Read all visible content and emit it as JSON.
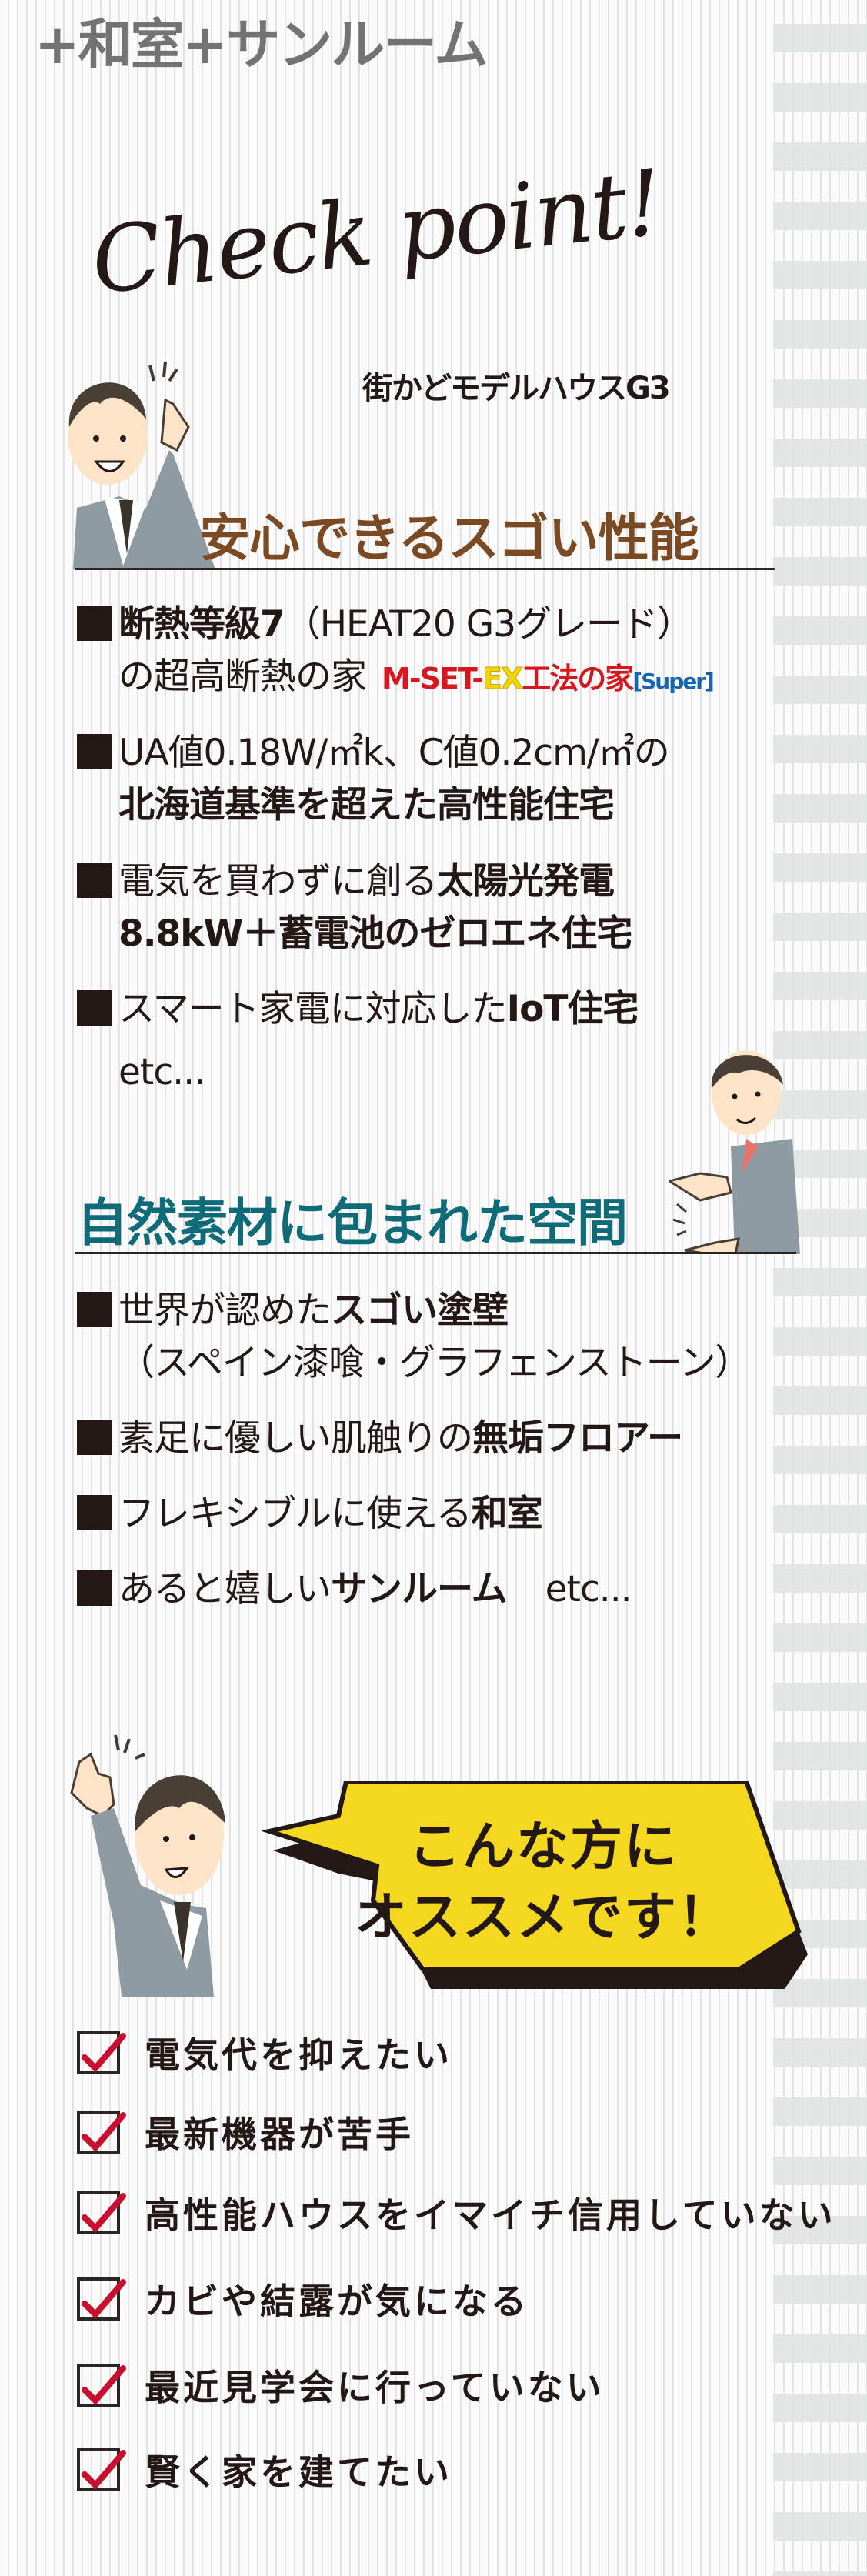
{
  "header": {
    "title": "+和室+サンルーム"
  },
  "checkpoint": {
    "script_text": "Check point!",
    "subtitle": "街かどモデルハウスG3"
  },
  "section1": {
    "heading": "安心できるスゴい性能",
    "items": [
      {
        "line1_bold": "断熱等級7",
        "line1_rest": "（HEAT20 G3グレード）",
        "line2": "の超高断熱の家",
        "brand": {
          "part1": "M-SET-",
          "part2": "EX",
          "part3": "工法の家",
          "part4": "[Super]"
        }
      },
      {
        "line1": "UA値0.18W/㎡k、C値0.2cm/㎡の",
        "line2_bold": "北海道基準を超えた高性能住宅"
      },
      {
        "line1": "電気を買わずに創る",
        "line1_bold": "太陽光発電",
        "line2_bold": "8.8kW＋蓄電池のゼロエネ住宅"
      },
      {
        "line1": "スマート家電に対応した",
        "line1_bold": "IoT住宅",
        "line2": "etc..."
      }
    ]
  },
  "section2": {
    "heading": "自然素材に包まれた空間",
    "items": [
      {
        "text": "世界が認めた",
        "bold": "スゴい塗壁",
        "line2": "（スペイン漆喰・グラフェンストーン）"
      },
      {
        "text": "素足に優しい肌触りの",
        "bold": "無垢フロアー"
      },
      {
        "text": "フレキシブルに使える",
        "bold": "和室"
      },
      {
        "text": "あると嬉しい",
        "bold": "サンルーム",
        "suffix": "etc..."
      }
    ]
  },
  "recommend": {
    "bubble_line1": "こんな方に",
    "bubble_line2": "オススメです！",
    "checklist": [
      "電気代を抑えたい",
      "最新機器が苦手",
      "高性能ハウスをイマイチ信用していない",
      "カビや結露が気になる",
      "最近見学会に行っていない",
      "賢く家を建てたい"
    ]
  },
  "colors": {
    "brown_heading": "#7b4a22",
    "teal_heading": "#0f6b78",
    "bubble_yellow": "#f4d81f",
    "check_red": "#c8102e",
    "title_gray": "#737373"
  },
  "icons": [
    "pointing-man-illustration",
    "presenting-man-illustration",
    "ok-sign-man-illustration",
    "checkbox-checked-icon",
    "bullet-square-icon"
  ]
}
